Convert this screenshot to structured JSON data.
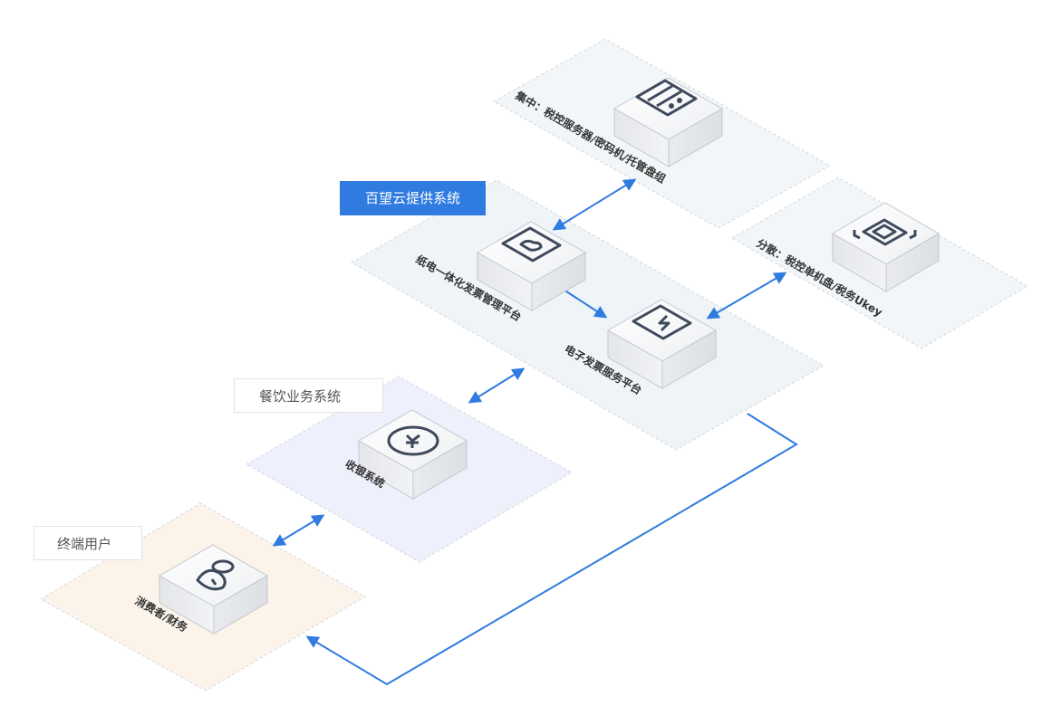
{
  "tags": {
    "primary": "百望云提供系统",
    "catering": "餐饮业务系统",
    "terminal": "终端用户"
  },
  "nodes": {
    "centralized": "集中：税控服务器/密码机/托管盘组",
    "distributed": "分散：税控单机盘/税务Ukey",
    "paper_platform": "纸电一体化发票管理平台",
    "e_invoice_platform": "电子发票服务平台",
    "cashier": "收银系统",
    "consumer": "消费者/财务"
  },
  "colors": {
    "accent": "#2f7bdf",
    "zone_blue": "#eef4f8",
    "zone_lavender": "#eef0fb",
    "zone_peach": "#fcf3ea",
    "icon": "#3e4a5c"
  },
  "icons": {
    "server": "server-rack-icon",
    "ukey": "ukey-device-icon",
    "paper_platform": "ticket-cloud-icon",
    "e_invoice": "ticket-lightning-icon",
    "cashier": "yuan-refresh-icon",
    "consumer": "user-badge-icon"
  }
}
